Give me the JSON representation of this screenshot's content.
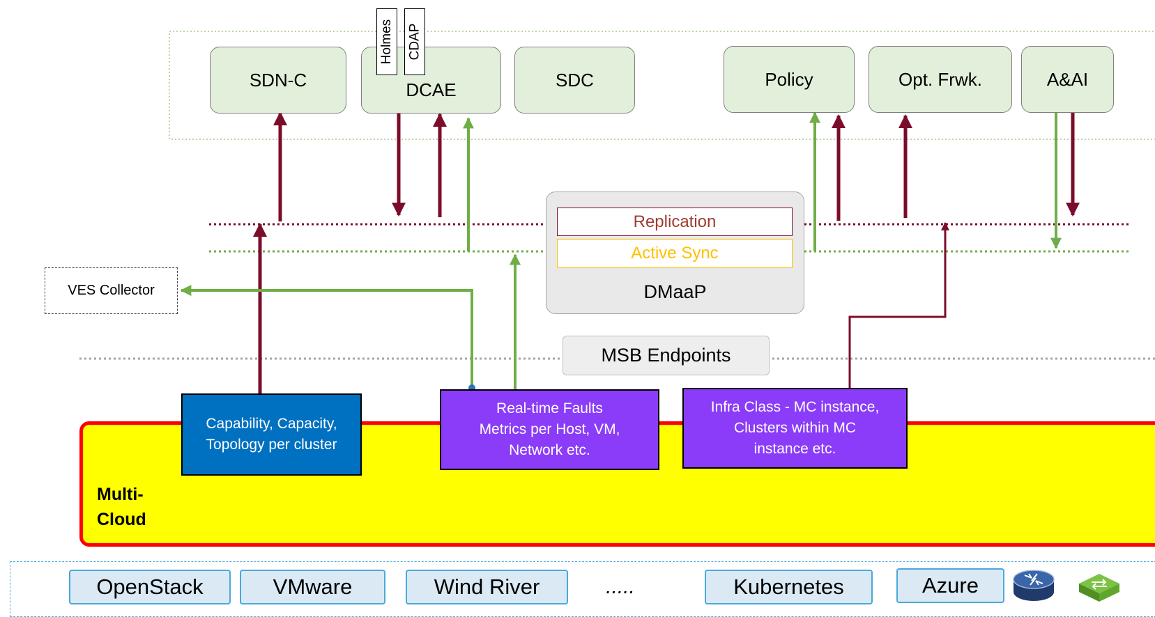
{
  "onap_components": {
    "sdnc": "SDN-C",
    "dcae": "DCAE",
    "holmes": "Holmes",
    "cdap": "CDAP",
    "sdc": "SDC",
    "policy": "Policy",
    "opt_frwk": "Opt. Frwk.",
    "aai": "A&AI"
  },
  "dmaap": {
    "replication": "Replication",
    "active_sync": "Active Sync",
    "label": "DMaaP"
  },
  "msb": "MSB Endpoints",
  "ves_collector": "VES Collector",
  "multicloud": {
    "label": "Multi-\nCloud",
    "capability_box": "Capability, Capacity,\nTopology per cluster",
    "faults_box": "Real-time Faults\nMetrics per Host, VM,\nNetwork etc.",
    "infra_class_box": "Infra Class - MC instance,\nClusters within MC\ninstance etc."
  },
  "infrastructure": {
    "openstack": "OpenStack",
    "vmware": "VMware",
    "wind_river": "Wind River",
    "ellipsis": ".....",
    "kubernetes": "Kubernetes",
    "azure": "Azure"
  },
  "icons": [
    "router-icon",
    "switch-icon"
  ],
  "colors": {
    "maroon": "#7b0d2a",
    "green": "#70ad47",
    "multicloud_fill": "#ffff00",
    "multicloud_border": "#ff0000",
    "capability_fill": "#0070c0",
    "purple_fill": "#8b3cf8",
    "onap_fill": "#e2efda",
    "dmaap_fill": "#e9e9e9"
  }
}
